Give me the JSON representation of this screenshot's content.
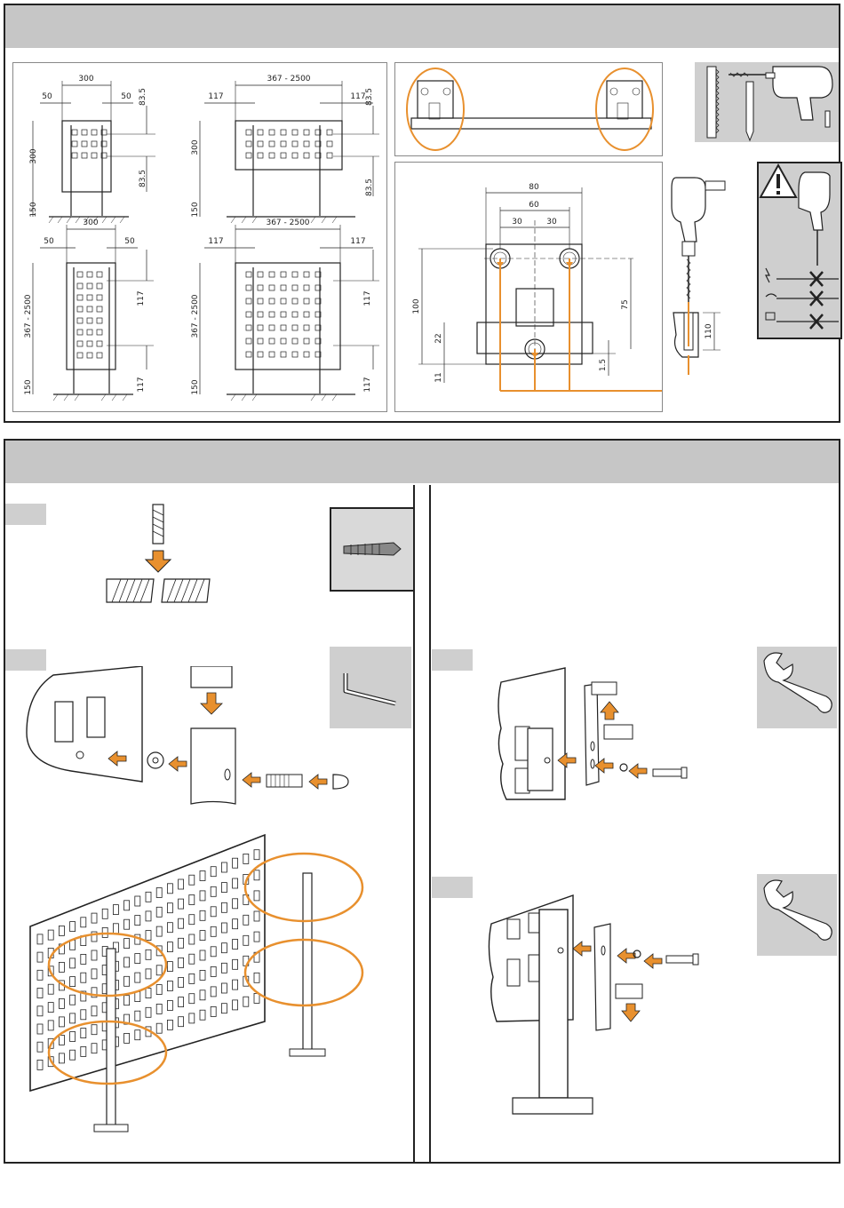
{
  "colors": {
    "accent": "#e8902e",
    "band": "#c6c6c6",
    "box": "#cfcfcf",
    "line": "#222222"
  },
  "dims": {
    "top_left": {
      "width": "300",
      "left_off": "50",
      "right_off": "50",
      "height": "300",
      "top_off": "83.5",
      "bottom_off": "83.5",
      "floor": "150"
    },
    "top_right": {
      "width": "367 - 2500",
      "left_off": "117",
      "right_off": "117",
      "height": "300",
      "top_off": "83.5",
      "bottom_off": "83.5",
      "floor": "150"
    },
    "bottom_left": {
      "width": "300",
      "left_off": "50",
      "right_off": "50",
      "height": "367 - 2500",
      "top_off": "117",
      "bottom_off": "117",
      "floor": "150"
    },
    "bottom_right": {
      "width": "367 - 2500",
      "left_off": "117",
      "right_off": "117",
      "height": "367 - 2500",
      "top_off": "117",
      "bottom_off": "117",
      "floor": "150"
    }
  },
  "bracket": {
    "w80": "80",
    "w60": "60",
    "w30a": "30",
    "w30b": "30",
    "h100": "100",
    "h75": "75",
    "h22": "22",
    "h11": "11",
    "h15": "1.5",
    "drill_depth": "110"
  },
  "icons": [
    "drill-icon",
    "pencil-icon",
    "saw-icon",
    "warning-icon",
    "hex-key-icon",
    "wrench-icon",
    "dowel-icon"
  ]
}
